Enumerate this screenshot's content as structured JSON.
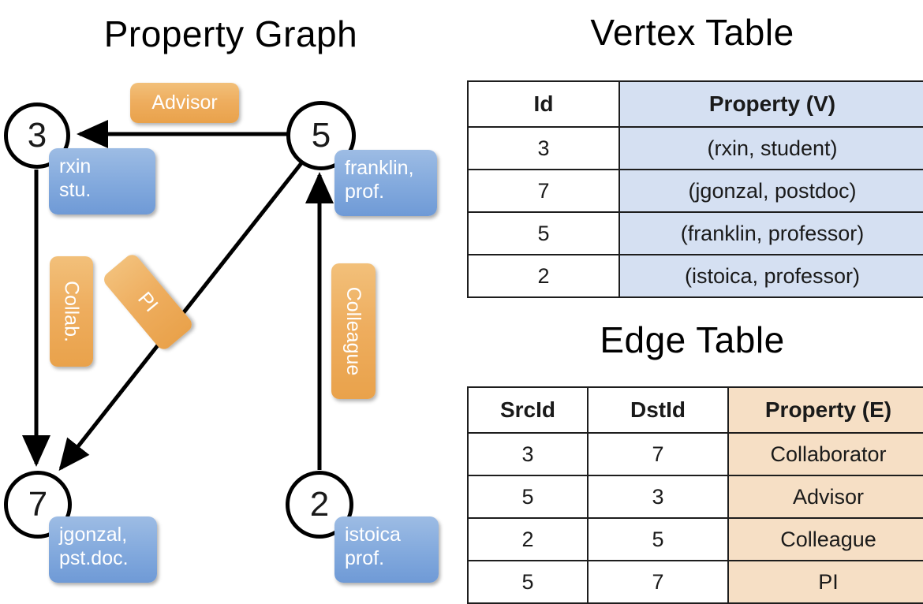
{
  "titles": {
    "property_graph": "Property Graph",
    "vertex_table": "Vertex Table",
    "edge_table": "Edge Table"
  },
  "colors": {
    "vertex_property_fill": "#d5e0f2",
    "edge_property_fill": "#f6dfc5",
    "node_property_box": "#82a9dd",
    "edge_label_box": "#eead5e",
    "stroke": "#000000"
  },
  "graph": {
    "nodes": [
      {
        "id": "3",
        "property_lines": [
          "rxin",
          "stu."
        ]
      },
      {
        "id": "5",
        "property_lines": [
          "franklin,",
          "prof."
        ]
      },
      {
        "id": "7",
        "property_lines": [
          "jgonzal,",
          "pst.doc."
        ]
      },
      {
        "id": "2",
        "property_lines": [
          "istoica",
          "prof."
        ]
      }
    ],
    "edge_labels": [
      {
        "name": "advisor-label",
        "text": "Advisor"
      },
      {
        "name": "collab-label",
        "text": "Collab."
      },
      {
        "name": "pi-label",
        "text": "PI"
      },
      {
        "name": "colleague-label",
        "text": "Colleague"
      }
    ],
    "edges": [
      {
        "src": "5",
        "dst": "3",
        "label": "Advisor"
      },
      {
        "src": "3",
        "dst": "7",
        "label": "Collab."
      },
      {
        "src": "5",
        "dst": "7",
        "label": "PI"
      },
      {
        "src": "2",
        "dst": "5",
        "label": "Colleague"
      }
    ]
  },
  "vertex_table": {
    "headers": [
      "Id",
      "Property (V)"
    ],
    "rows": [
      {
        "id": "3",
        "property": "(rxin, student)"
      },
      {
        "id": "7",
        "property": "(jgonzal, postdoc)"
      },
      {
        "id": "5",
        "property": "(franklin, professor)"
      },
      {
        "id": "2",
        "property": "(istoica, professor)"
      }
    ]
  },
  "edge_table": {
    "headers": [
      "SrcId",
      "DstId",
      "Property (E)"
    ],
    "rows": [
      {
        "src": "3",
        "dst": "7",
        "property": "Collaborator"
      },
      {
        "src": "5",
        "dst": "3",
        "property": "Advisor"
      },
      {
        "src": "2",
        "dst": "5",
        "property": "Colleague"
      },
      {
        "src": "5",
        "dst": "7",
        "property": "PI"
      }
    ]
  }
}
